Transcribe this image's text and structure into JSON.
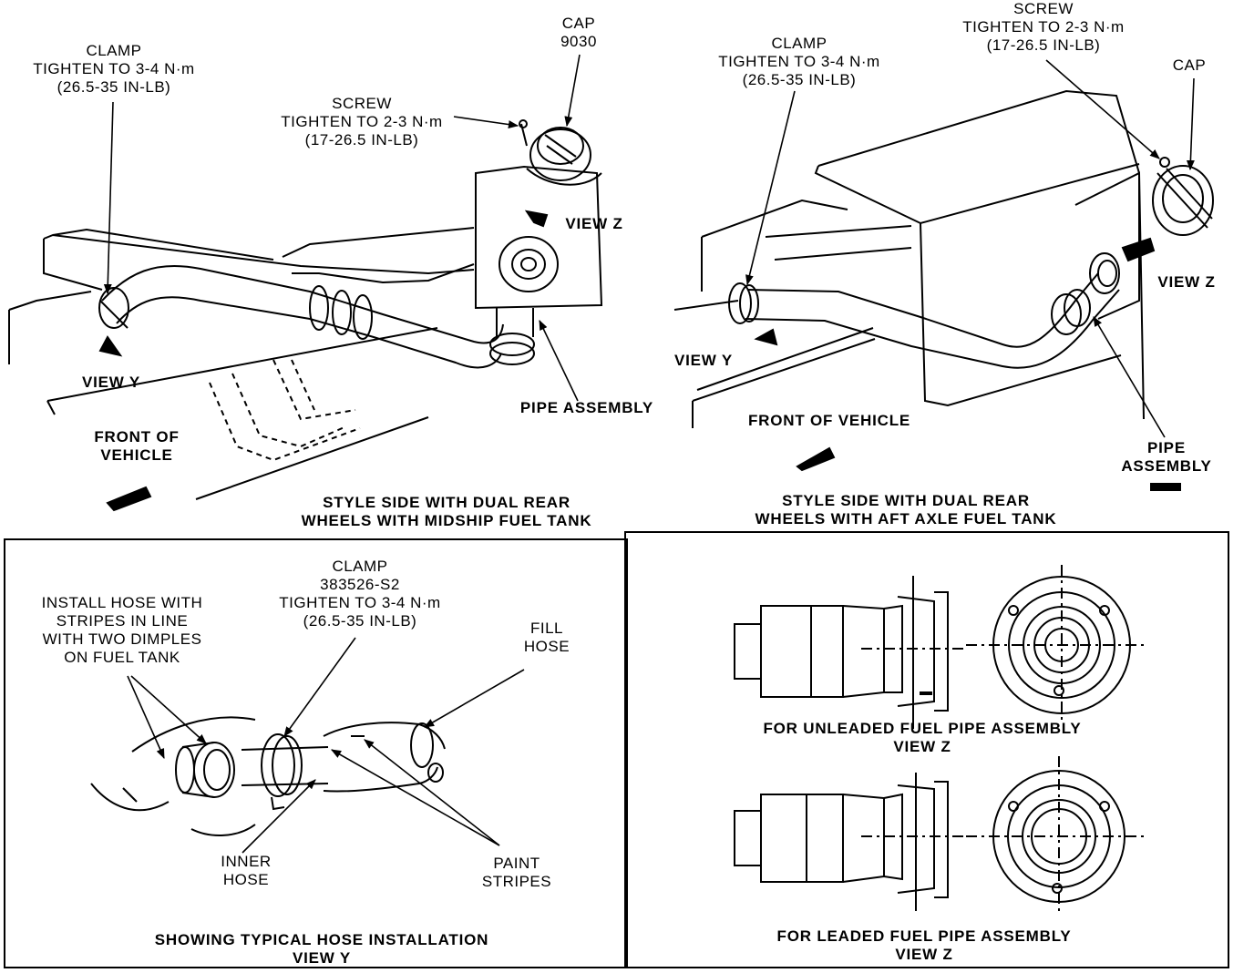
{
  "top_left": {
    "clamp": [
      "CLAMP",
      "TIGHTEN TO 3-4 N·m",
      "(26.5-35 IN-LB)"
    ],
    "cap": [
      "CAP",
      "9030"
    ],
    "screw": [
      "SCREW",
      "TIGHTEN TO 2-3 N·m",
      "(17-26.5 IN-LB)"
    ],
    "view_z": "VIEW Z",
    "view_y": "VIEW Y",
    "pipe_assembly": "PIPE ASSEMBLY",
    "front_of_vehicle": [
      "FRONT OF",
      "VEHICLE"
    ],
    "caption": [
      "STYLE SIDE WITH DUAL REAR",
      "WHEELS WITH MIDSHIP FUEL TANK"
    ]
  },
  "top_right": {
    "screw": [
      "SCREW",
      "TIGHTEN TO 2-3 N·m",
      "(17-26.5 IN-LB)"
    ],
    "clamp": [
      "CLAMP",
      "TIGHTEN TO 3-4 N·m",
      "(26.5-35 IN-LB)"
    ],
    "cap": "CAP",
    "view_z": "VIEW Z",
    "view_y": "VIEW Y",
    "front_of_vehicle": "FRONT OF VEHICLE",
    "pipe_assembly": [
      "PIPE",
      "ASSEMBLY"
    ],
    "caption": [
      "STYLE SIDE WITH DUAL REAR",
      "WHEELS WITH AFT AXLE FUEL TANK"
    ]
  },
  "bottom_left": {
    "install_note": [
      "INSTALL HOSE WITH",
      "STRIPES IN LINE",
      "WITH TWO DIMPLES",
      "ON FUEL TANK"
    ],
    "clamp": [
      "CLAMP",
      "383526-S2",
      "TIGHTEN TO 3-4 N·m",
      "(26.5-35 IN-LB)"
    ],
    "fill_hose": [
      "FILL",
      "HOSE"
    ],
    "inner_hose": [
      "INNER",
      "HOSE"
    ],
    "paint_stripes": [
      "PAINT",
      "STRIPES"
    ],
    "caption": [
      "SHOWING TYPICAL HOSE INSTALLATION",
      "VIEW Y"
    ]
  },
  "bottom_right": {
    "unleaded_caption": [
      "FOR UNLEADED FUEL PIPE ASSEMBLY",
      "VIEW Z"
    ],
    "leaded_caption": [
      "FOR LEADED FUEL PIPE ASSEMBLY",
      "VIEW Z"
    ]
  }
}
